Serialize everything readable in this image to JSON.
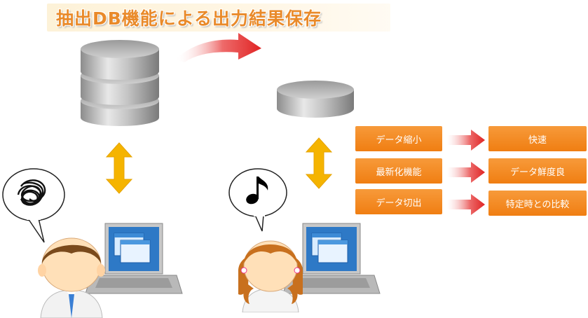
{
  "title": "抽出DB機能による出力結果保存",
  "features": [
    {
      "label": "データ縮小",
      "result": "快速"
    },
    {
      "label": "最新化機能",
      "result": "データ鮮度良"
    },
    {
      "label": "データ切出",
      "result": "特定時との比較"
    }
  ],
  "colors": {
    "accent_orange": "#f07e12",
    "title_orange": "#e98a2a",
    "arrow_red": "#e03030",
    "double_arrow_yellow": "#f5b400",
    "db_gray": "#a8a8a8"
  },
  "icons": {
    "left_thought": "tangled-scribble-icon",
    "right_thought": "music-note-icon"
  }
}
